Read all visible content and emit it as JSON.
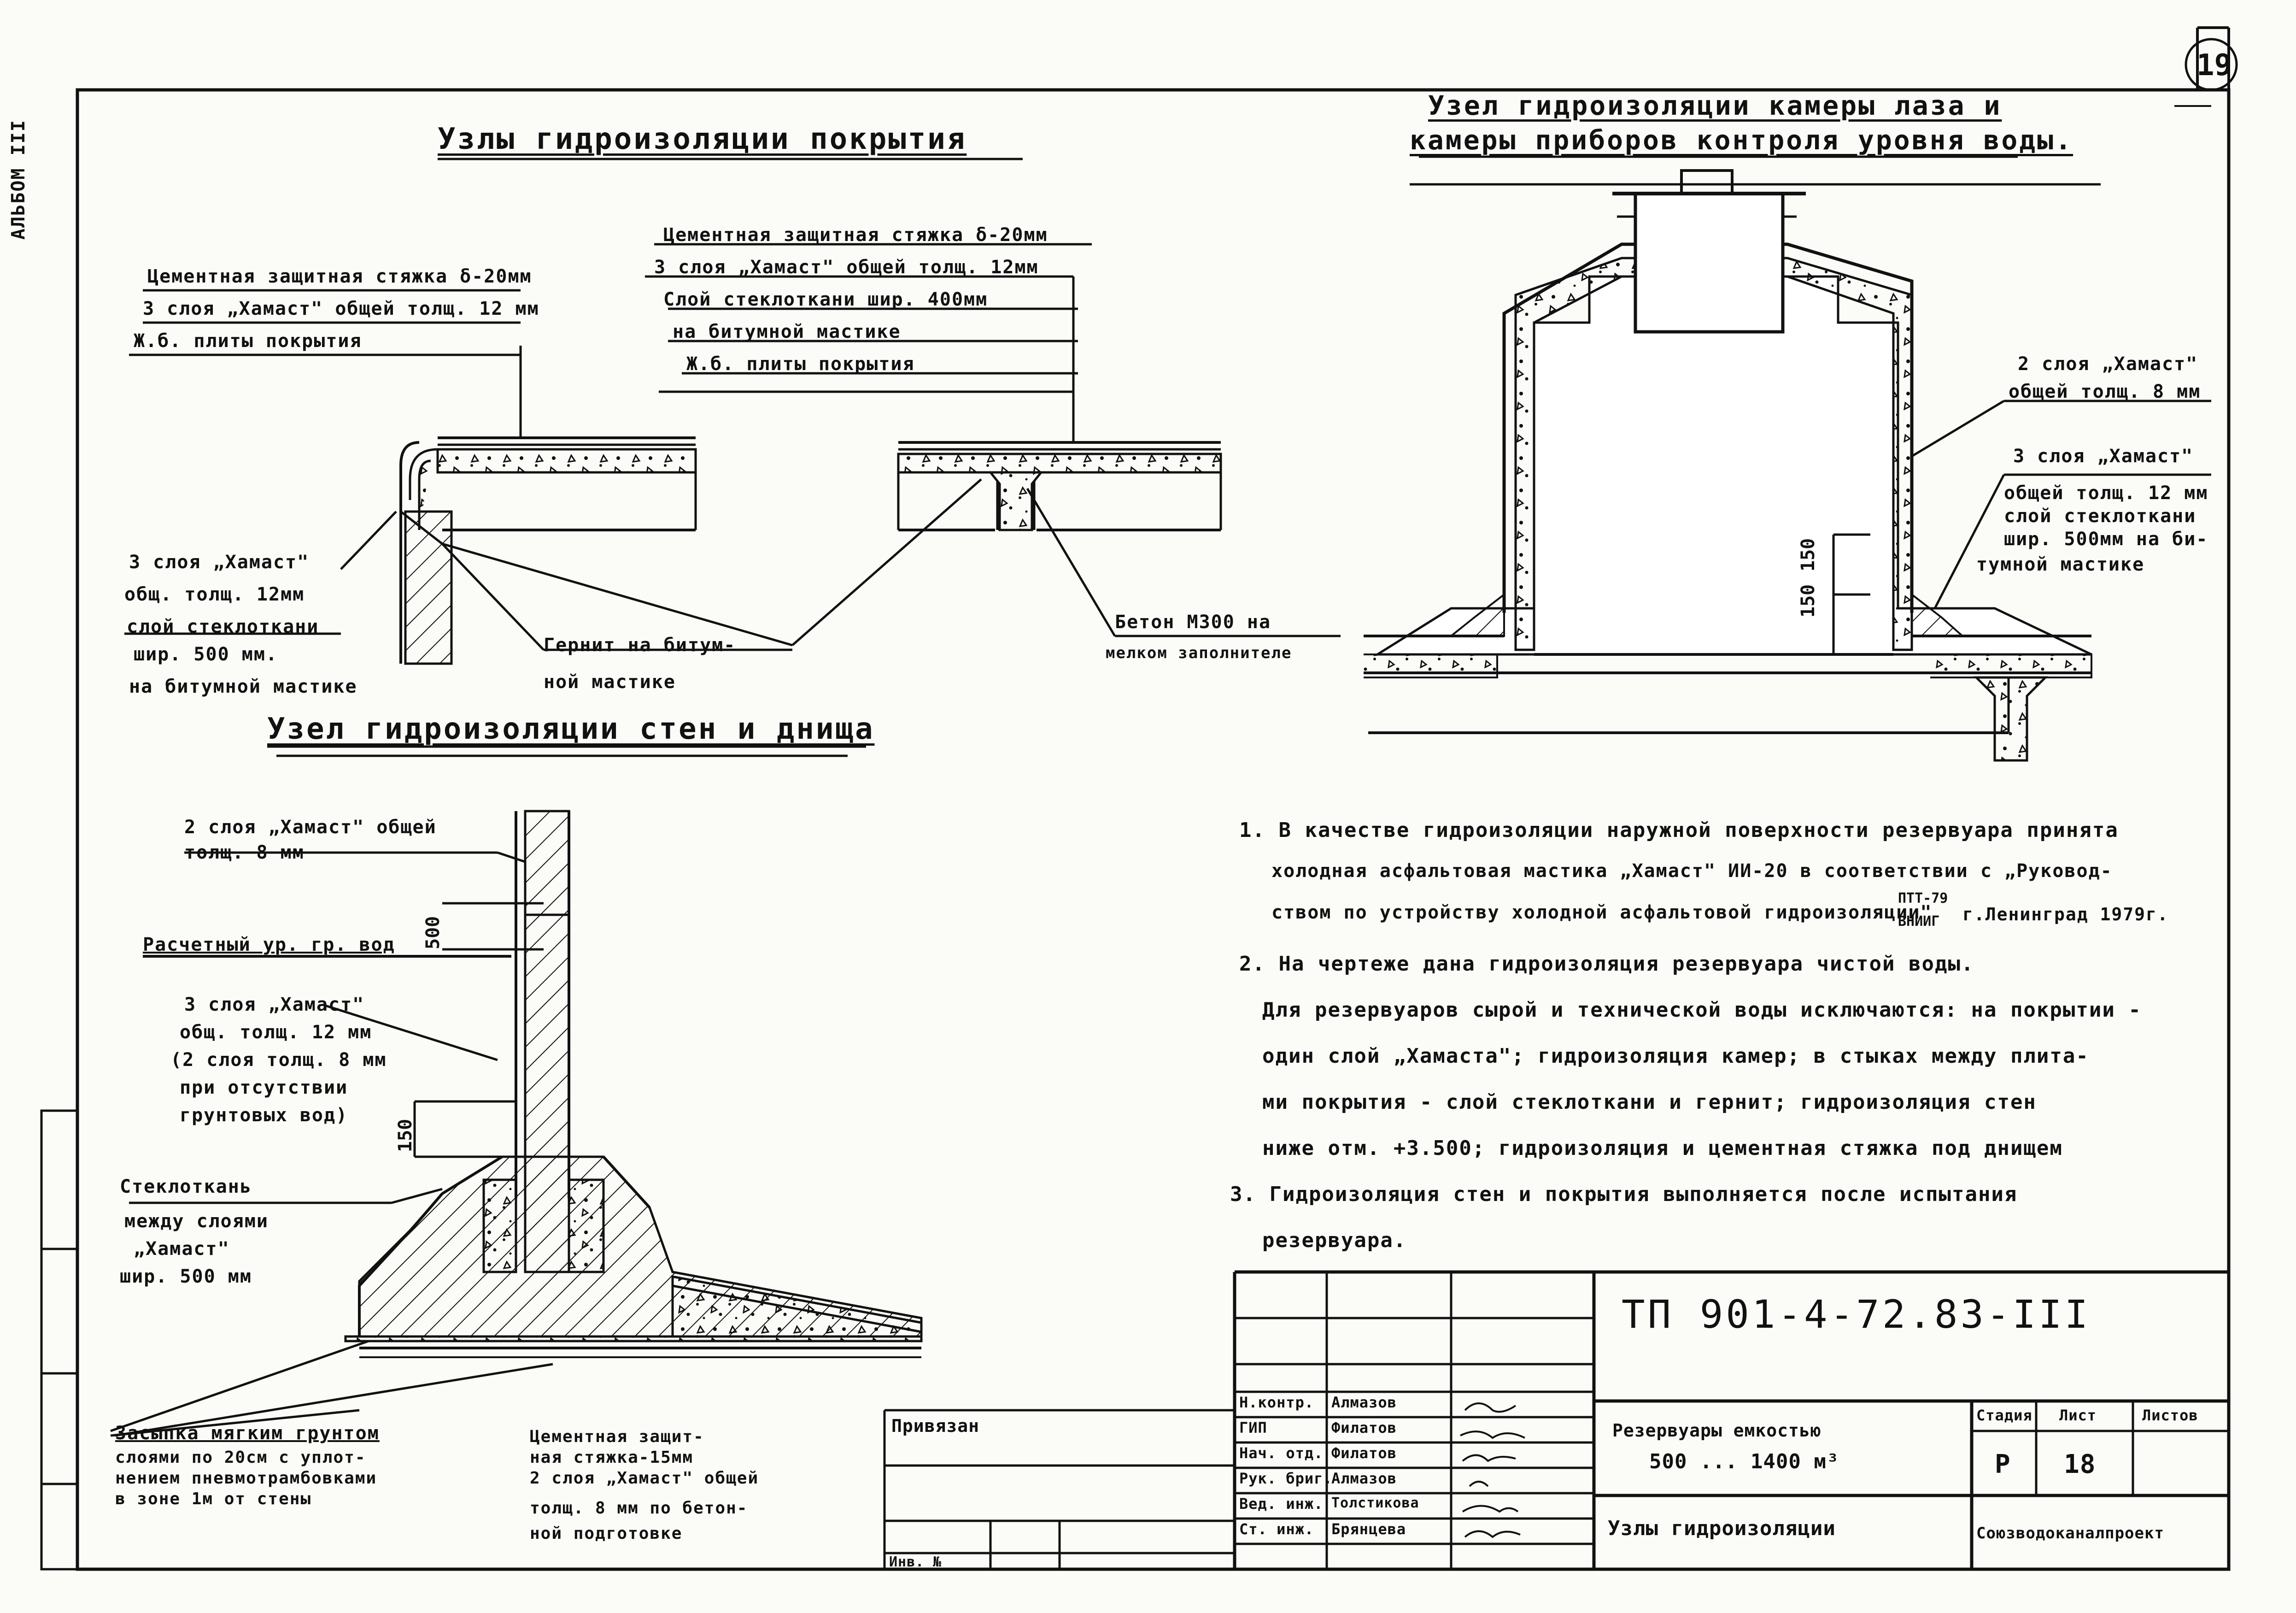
{
  "sheet_number": "19",
  "album": "АЛЬБОМ III",
  "titles": {
    "roof": "Узлы гидроизоляции покрытия",
    "chamber_line1": "Узел гидроизоляции камеры лаза и",
    "chamber_line2": "камеры приборов контроля уровня воды.",
    "walls": "Узел гидроизоляции стен и днища"
  },
  "roof_left": {
    "callout1": "Цементная защитная стяжка δ-20мм",
    "callout2": "3 слоя „Хамаст\" общей толщ. 12 мм",
    "callout3": "Ж.б. плиты покрытия",
    "side1": "3 слоя „Хамаст\"",
    "side2": "общ. толщ. 12мм",
    "side3": "слой стеклоткани",
    "side4": "шир. 500 мм.",
    "side5": "на битумной мастике",
    "gernit1": "Гернит на битум-",
    "gernit2": "ной мастике"
  },
  "roof_right": {
    "callout1": "Цементная защитная стяжка δ-20мм",
    "callout2": "3 слоя „Хамаст\" общей толщ. 12мм",
    "callout3": "Слой стеклоткани шир. 400мм",
    "callout4": "на битумной мастике",
    "callout5": "Ж.б. плиты покрытия",
    "beton1": "Бетон М300 на",
    "beton2": "мелком заполнителе"
  },
  "chamber": {
    "call1a": "2 слоя „Хамаст\"",
    "call1b": "общей толщ. 8 мм",
    "call2a": "3 слоя „Хамаст\"",
    "call2b": "общей толщ. 12 мм",
    "call2c": "слой стеклоткани",
    "call2d": "шир. 500мм на би-",
    "call2e": "тумной мастике",
    "dim1": "150",
    "dim2": "150"
  },
  "walls": {
    "c1a": "2 слоя „Хамаст\" общей",
    "c1b": "толщ. 8 мм",
    "gw": "Расчетный ур. гр. вод",
    "dim500": "500",
    "c2a": "3 слоя „Хамаст\"",
    "c2b": "общ. толщ. 12 мм",
    "c2c": "(2 слоя толщ. 8 мм",
    "c2d": "при отсутствии",
    "c2e": "грунтовых вод)",
    "dim150": "150",
    "c3a": "Стеклоткань",
    "c3b": "между слоями",
    "c3c": "„Хамаст\"",
    "c3d": "шир. 500 мм",
    "fill1": "Засыпка мягким грунтом",
    "fill2": "слоями по 20см с уплот-",
    "fill3": "нением пневмотрамбовками",
    "fill4": "в зоне 1м от стены",
    "cem1": "Цементная защит-",
    "cem2": "ная стяжка-15мм",
    "cem3": "2 слоя „Хамаст\" общей",
    "cem4": "толщ. 8 мм по бетон-",
    "cem5": "ной подготовке"
  },
  "notes": {
    "n1_l1": "1. В качестве гидроизоляции наружной поверхности резервуара принята",
    "n1_l2": "холодная асфальтовая мастика „Хамаст\" ИИ-20 в соответствии с „Руковод-",
    "n1_l3": "ством по устройству холодной асфальтовой гидроизоляции\"",
    "n1_frac_top": "ПТТ-79",
    "n1_frac_bot": "ВНИИГ",
    "n1_l3b": "г.Ленинград 1979г.",
    "n2_l1": "2. На чертеже дана гидроизоляция резервуара  чистой воды.",
    "n2_l2": "Для резервуаров сырой и технической воды исключаются: на покрытии -",
    "n2_l3": "один слой „Хамаста\"; гидроизоляция камер; в стыках между плита-",
    "n2_l4": "ми покрытия - слой стеклоткани и гернит; гидроизоляция стен",
    "n2_l5": "ниже отм. +3.500; гидроизоляция и цементная стяжка под днищем",
    "n3_l1": "3. Гидроизоляция стен и покрытия выполняется после испытания",
    "n3_l2": "резервуара."
  },
  "title_block": {
    "doc_code": "ТП 901-4-72.83-III",
    "privyazan": "Привязан",
    "inv": "Инв. №",
    "roles": [
      "Н.контр.",
      "ГИП",
      "Нач. отд.",
      "Рук. бриг.",
      "Вед. инж.",
      "Ст. инж."
    ],
    "names": [
      "Алмазов",
      "Филатов",
      "Филатов",
      "Алмазов",
      "Толстикова",
      "Брянцева"
    ],
    "object_l1": "Резервуары емкостью",
    "object_l2": "500 ... 1400 м³",
    "sheet_title": "Узлы гидроизоляции",
    "stage_h": "Стадия",
    "sheet_h": "Лист",
    "sheets_h": "Листов",
    "stage": "Р",
    "sheet": "18",
    "sheets": "",
    "org": "Союзводоканалпроект"
  }
}
